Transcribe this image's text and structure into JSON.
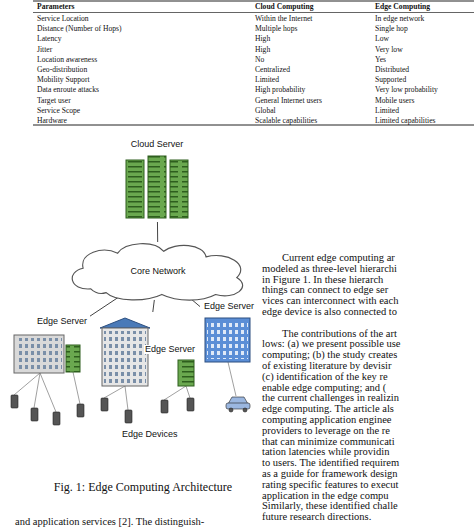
{
  "diagram": {
    "caption": "Fig. 1: Edge Computing Architecture",
    "nodes": [
      {
        "text": [
          "Cloud Server"
        ]
      },
      {
        "text": [
          "Core Network"
        ]
      },
      {
        "text": [
          "Edge Server"
        ]
      },
      {
        "text": [
          "Edge Server"
        ]
      },
      {
        "text": [
          "Edge Server"
        ]
      }
    ],
    "edges": [
      {
        "from": 0,
        "to": 1,
        "arrow": "none"
      },
      {
        "from": 1,
        "to": 2,
        "arrow": "none"
      },
      {
        "from": 1,
        "to": 3,
        "arrow": "none"
      },
      {
        "from": 1,
        "to": 4,
        "arrow": "none"
      }
    ],
    "labels": [
      "Parameters",
      "Cloud Computing",
      "Edge Computing",
      "Service Location",
      "Within the Internet",
      "In edge network",
      "Distance (Number of Hops)",
      "Multiple hops",
      "Single hop",
      "Latency",
      "High",
      "Low",
      "Jitter",
      "High",
      "Very low",
      "Location awareness",
      "No",
      "Yes",
      "Geo-distribution",
      "Centralized",
      "Distributed",
      "Mobility Support",
      "Limited",
      "Supported",
      "Data enroute attacks",
      "High probability",
      "Very low probability",
      "Target user",
      "General Internet users",
      "Mobile users",
      "Service Scope",
      "Global",
      "Limited",
      "Hardware",
      "Scalable capabilities",
      "Limited capabilities",
      "Edge Devices",
      "Current edge computing ar",
      "modeled as three-level hierarchi",
      "in Figure 1. In these hierarch",
      "things can connect to edge ser",
      "vices can interconnect with each",
      "edge device is also connected to",
      "The contributions of the art",
      "lows: (a) we present possible use",
      "computing; (b) the study creates",
      "of existing literature by devisir",
      "(c) identification of the key re",
      "enable edge computing; and (",
      "the current challenges in realizin",
      "edge computing. The article als",
      "computing application enginee",
      "providers to leverage on the re",
      "that can minimize communicati",
      "tation latencies while providin",
      "to users. The identified requirem",
      "as a guide for framework design",
      "rating specific features to execut",
      "application in the edge compu",
      "Similarly, these identified challe",
      "future research directions.",
      "and application services [2]. The distinguish-"
    ]
  }
}
